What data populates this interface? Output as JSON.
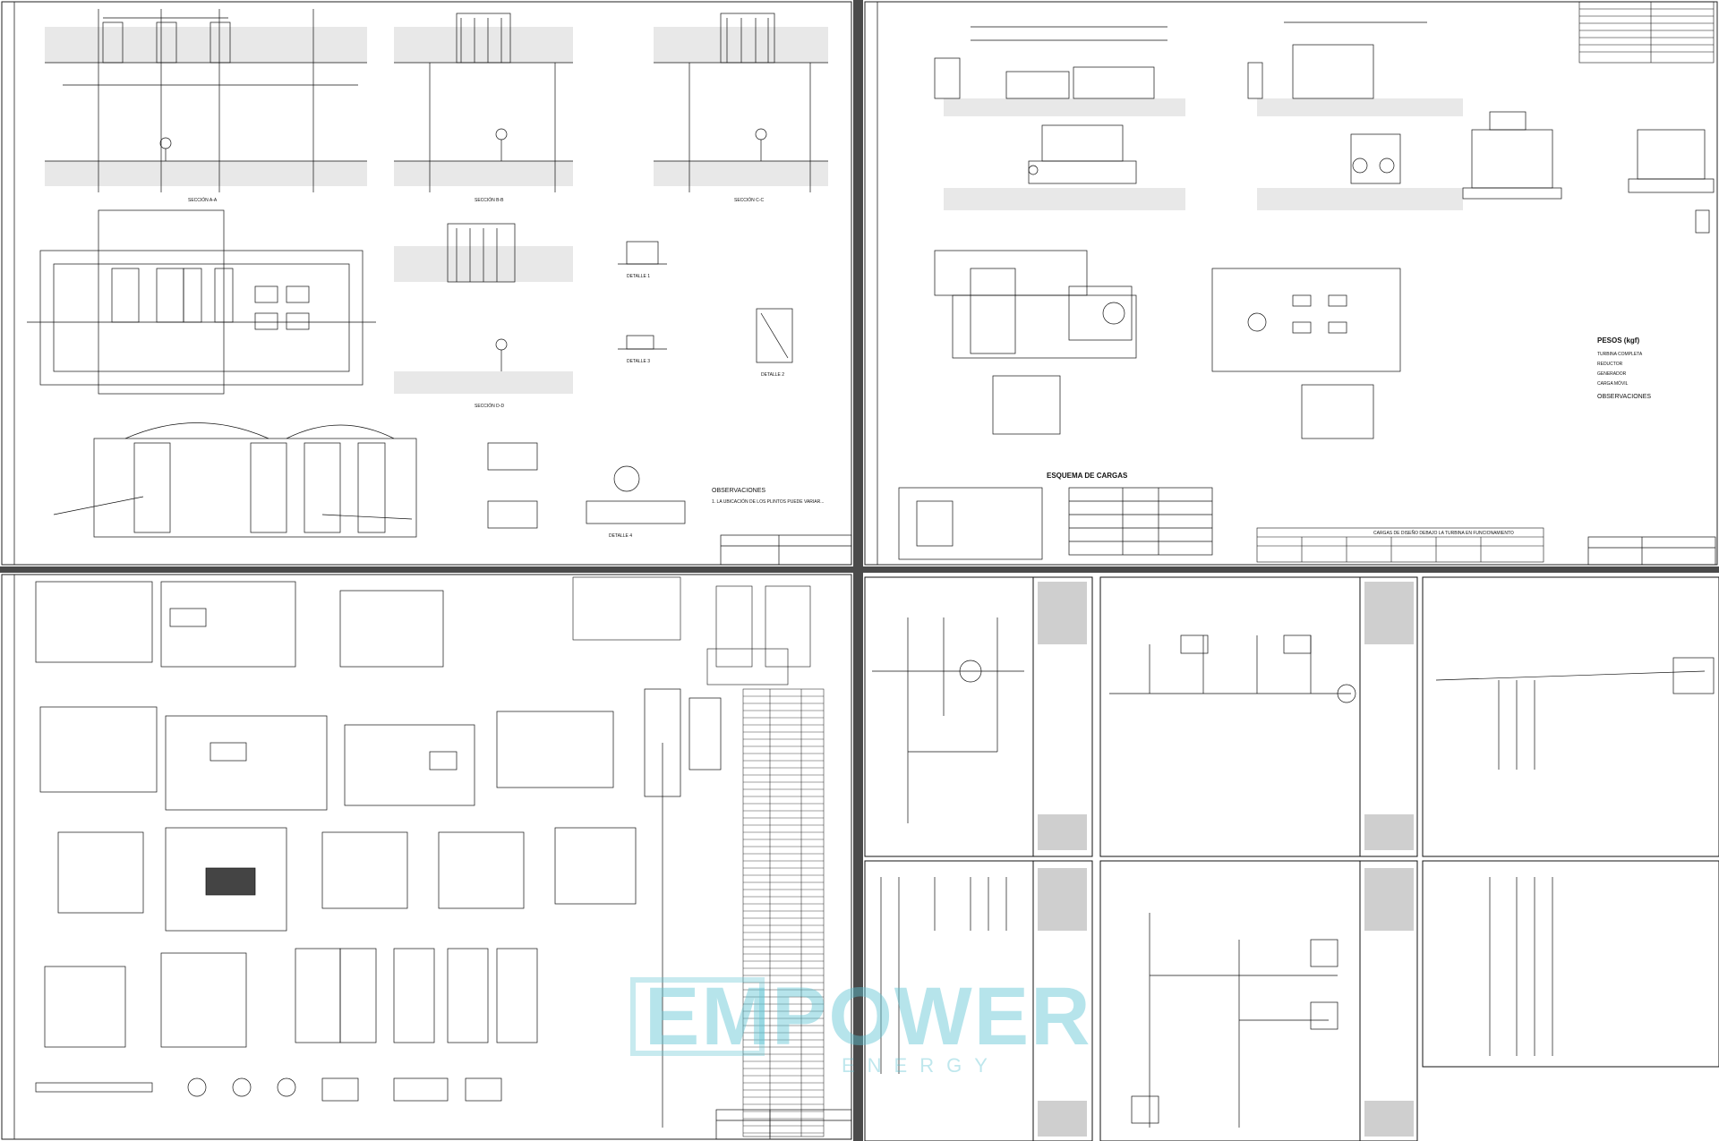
{
  "sheets": {
    "q1": {
      "sections": [
        "SECCIÓN A-A",
        "SECCIÓN B-B",
        "SECCIÓN C-C",
        "SECCIÓN D-D"
      ],
      "details": [
        "DETALLE 1",
        "DETALLE 2",
        "DETALLE 3",
        "DETALLE 4"
      ],
      "notes_title": "OBSERVACIONES",
      "notes": "1. LA UBICACIÓN DE LOS PLINTOS PUEDE VARIAR..."
    },
    "q2": {
      "weights_title": "PESOS (kgf)",
      "loads_title": "ESQUEMA DE CARGAS",
      "notes_title": "OBSERVACIONES",
      "table_title": "CARGAS DE DISEÑO DEBAJO LA TURBINA EN FUNCIONAMIENTO",
      "weights": [
        "TURBINA COMPLETA",
        "REDUCTOR",
        "GENERADOR",
        "CARGA MÓVIL"
      ]
    },
    "q3": {},
    "q4": {}
  },
  "watermark": {
    "main": "EMPOWER",
    "sub": "ENERGY"
  },
  "colors": {
    "background": "#4a4a4a",
    "sheet": "#ffffff",
    "line": "#111111",
    "watermark": "#5ec4d2"
  }
}
